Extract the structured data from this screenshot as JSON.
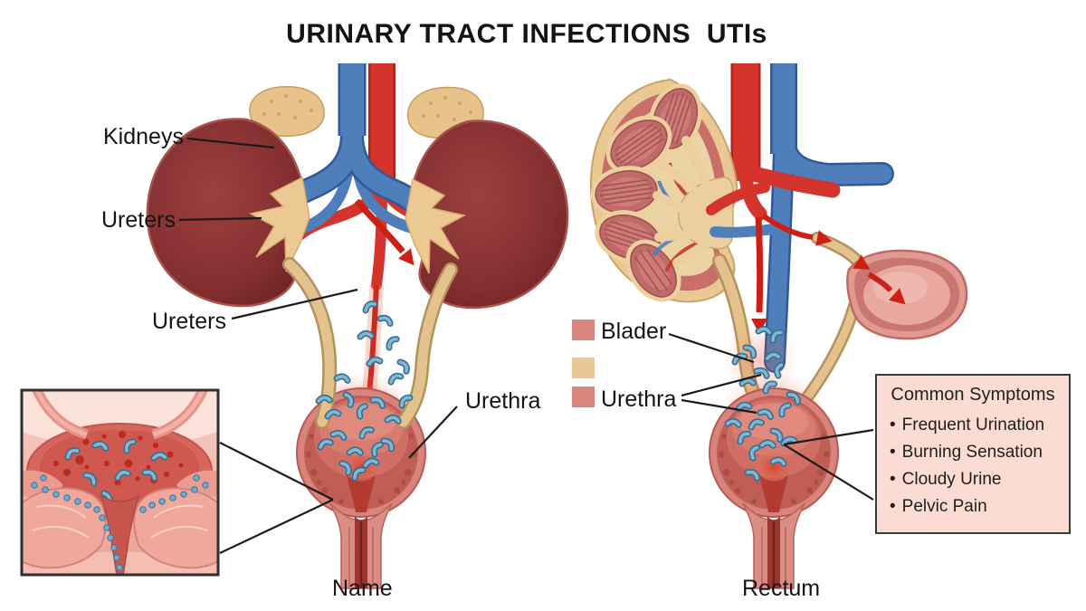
{
  "title": "URINARY TRACT INFECTIONS  UTIs",
  "left": {
    "label_kidneys": "Kidneys",
    "label_ureters_upper": "Ureters",
    "label_ureters_lower": "Ureters",
    "label_urethra": "Urethra",
    "caption": "Name"
  },
  "right": {
    "legend": [
      {
        "label": "Blader",
        "swatch": "#d9867d"
      },
      {
        "label": "",
        "swatch": "#ebc795"
      },
      {
        "label": "Urethra",
        "swatch": "#d9867d"
      }
    ],
    "caption": "Rectum"
  },
  "symptoms": {
    "title": "Common Symptoms",
    "bullet": "•",
    "items": [
      "Frequent Urination",
      "Burning Sensation",
      "Cloudy Urine",
      "Pelvic Pain"
    ],
    "background": "#fbdcd2",
    "border_color": "#3a3a3a"
  },
  "palette": {
    "background": "#ffffff",
    "kidney": "#852f31",
    "artery_red": "#d5342c",
    "vein_blue": "#4f7fba",
    "ureter_tan": "#e3c28d",
    "bladder_pink": "#d8837b",
    "bacteria_blue": "#7fb8d4",
    "label_text": "#141414"
  }
}
